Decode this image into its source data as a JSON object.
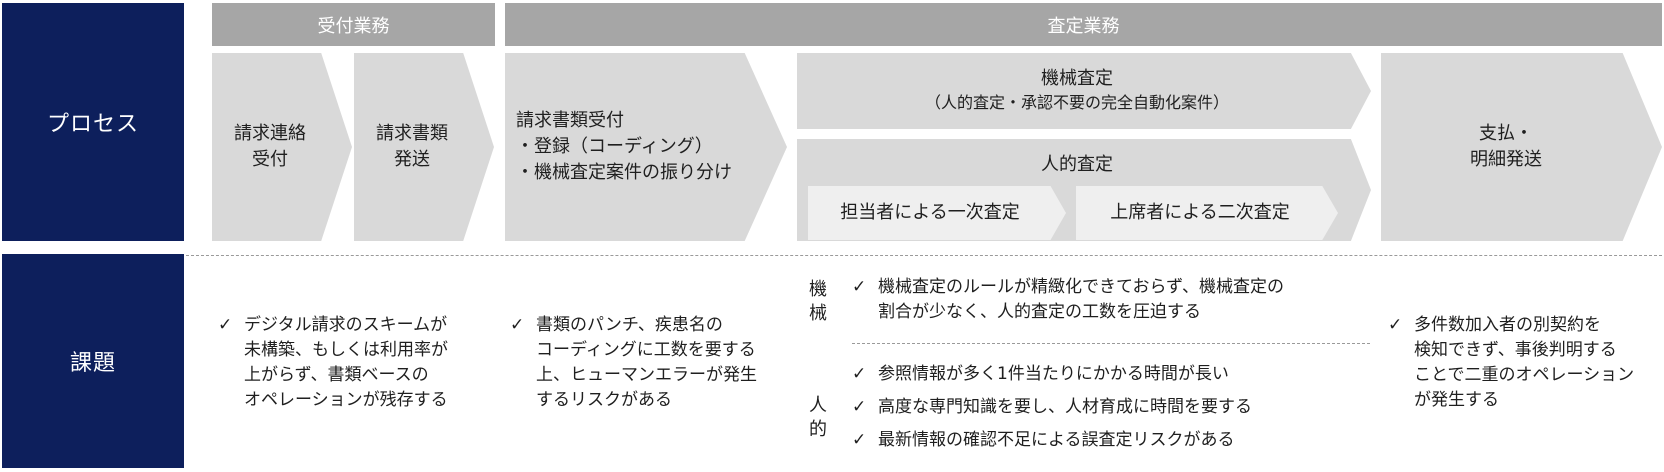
{
  "row_labels": {
    "process": "プロセス",
    "issues": "課題"
  },
  "headers": {
    "reception": "受付業務",
    "assessment": "査定業務"
  },
  "steps": {
    "claim_contact": [
      "請求連絡",
      "受付"
    ],
    "send_documents": [
      "請求書類",
      "発送"
    ],
    "document_reception": [
      "請求書類受付",
      "・登録（コーディング）",
      "・機械査定案件の振り分け"
    ],
    "machine_assessment": [
      "機械査定",
      "（人的査定・承認不要の完全自動化案件）"
    ],
    "human_assessment": "人的査定",
    "first_assessment": "担当者による一次査定",
    "second_assessment": "上席者による二次査定",
    "payment": [
      "支払・",
      "明細発送"
    ]
  },
  "check_symbol": "✓",
  "issues": {
    "reception": [
      "デジタル請求のスキームが",
      "未構築、もしくは利用率が",
      "上がらず、書類ベースの",
      "オペレーションが残存する"
    ],
    "document": [
      "書類のパンチ、疾患名の",
      "コーディングに工数を要する",
      "上、ヒューマンエラーが発生",
      "するリスクがある"
    ],
    "machine_label": [
      "機",
      "械"
    ],
    "machine": [
      "機械査定のルールが精緻化できておらず、機械査定の",
      "割合が少なく、人的査定の工数を圧迫する"
    ],
    "human_label": [
      "人",
      "的"
    ],
    "human": [
      "参照情報が多く1件当たりにかかる時間が長い",
      "高度な専門知識を要し、人材育成に時間を要する",
      "最新情報の確認不足による誤査定リスクがある"
    ],
    "payment": [
      "多件数加入者の別契約を",
      "検知できず、事後判明する",
      "ことで二重のオペレーション",
      "が発生する"
    ]
  }
}
